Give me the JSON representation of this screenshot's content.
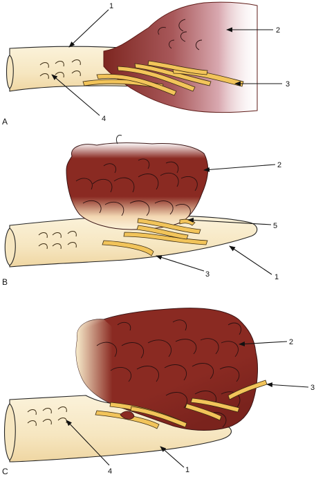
{
  "panels": [
    {
      "id": "A",
      "label": "A",
      "callouts": [
        "1",
        "2",
        "3",
        "4"
      ]
    },
    {
      "id": "B",
      "label": "B",
      "callouts": [
        "2",
        "5",
        "3",
        "1"
      ]
    },
    {
      "id": "C",
      "label": "C",
      "callouts": [
        "2",
        "3",
        "1",
        "4"
      ]
    }
  ],
  "colors": {
    "nerve": "#f8eccb",
    "nerve_shade": "#f0d9a8",
    "tumor": "#8a2a22",
    "fiber": "#f2c45a",
    "ink": "#222222"
  }
}
